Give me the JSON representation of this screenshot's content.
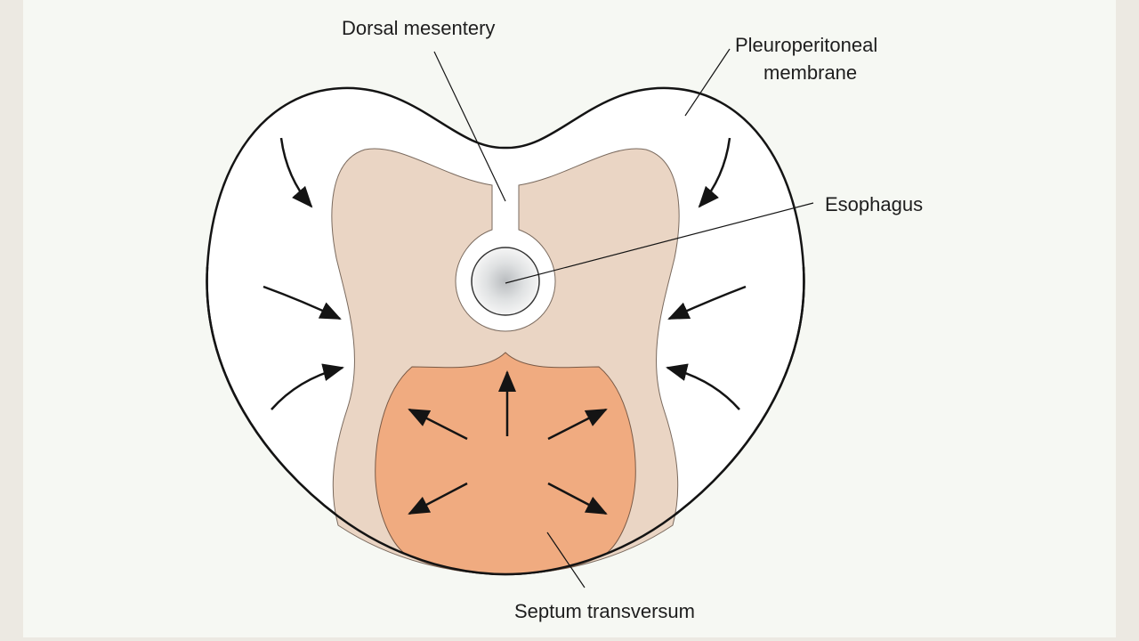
{
  "labels": {
    "dorsal_mesentery": "Dorsal mesentery",
    "pleuroperitoneal_line1": "Pleuroperitoneal",
    "pleuroperitoneal_line2": "membrane",
    "esophagus": "Esophagus",
    "septum_transversum": "Septum transversum"
  },
  "colors": {
    "background": "#f6f8f3",
    "outline": "#141414",
    "mesentery_fill": "#ead5c4",
    "septum_fill": "#f0ab80",
    "esophagus_center": "#b9bcbf"
  }
}
